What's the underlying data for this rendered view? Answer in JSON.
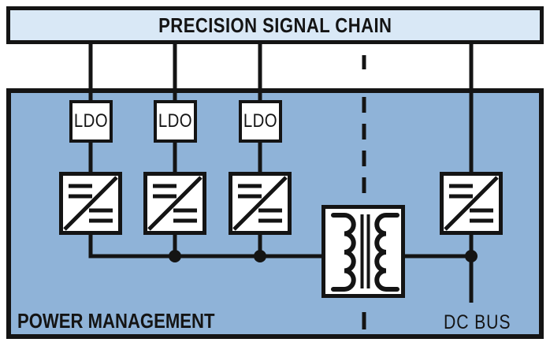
{
  "diagram": {
    "kind": "power-management-block-diagram",
    "signal_chain": {
      "label": "PRECISION SIGNAL CHAIN"
    },
    "power_box": {
      "label": "POWER MANAGEMENT"
    },
    "dc_bus": {
      "label": "DC BUS"
    },
    "ldo_blocks": [
      {
        "label": "LDO"
      },
      {
        "label": "LDO"
      },
      {
        "label": "LDO"
      }
    ],
    "icons": {
      "converter": "dc-dc-converter-icon",
      "transformer": "isolation-transformer-icon",
      "isolation_boundary": "dashed-isolation-line",
      "junction": "bus-junction-dot"
    },
    "colors": {
      "power_box_fill": "#8FB3D8",
      "signal_chain_fill": "#D9E8F6",
      "block_fill": "#FFFFFF",
      "line": "#141414"
    }
  }
}
